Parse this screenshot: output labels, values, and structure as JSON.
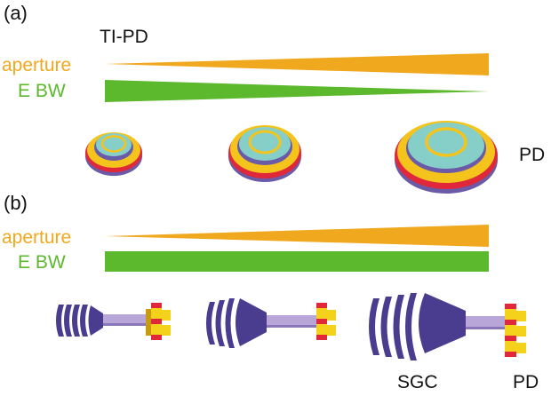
{
  "panel_a": {
    "label": "(a)",
    "title": "TI-PD",
    "aperture_label": "aperture",
    "ebw_label": "E BW",
    "device_label": "PD"
  },
  "panel_b": {
    "label": "(b)",
    "aperture_label": "aperture",
    "ebw_label": "E BW",
    "grating_label": "SGC",
    "device_label": "PD"
  },
  "colors": {
    "aperture": "#f0a81e",
    "ebw": "#5cb82c",
    "ring_outer": "#f4c41c",
    "ring_red": "#e0283a",
    "ring_purple": "#6a5aa8",
    "core": "#86cfc8",
    "grating": "#4a3d8f",
    "waveguide": "#b8a6d8",
    "pad_yellow": "#f4d21c",
    "pad_red": "#e0283a"
  }
}
